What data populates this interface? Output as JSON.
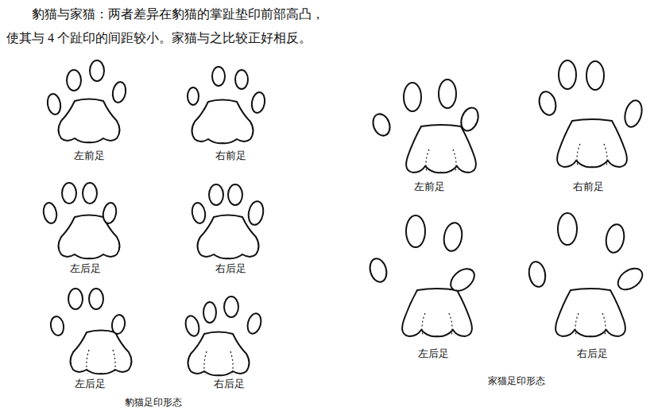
{
  "diagram": {
    "labels": [
      "豹猫与家猫：两者差异在豹猫的掌趾垫印前部高凸， 使其与 4 个趾印的间距较小。家猫与之比较正好相反。",
      "左前足",
      "右前足",
      "左后足",
      "右后足",
      "左后足",
      "右后足",
      "豹猫足印形态",
      "左前足",
      "右前足",
      "左后足",
      "右后足",
      "家猫足印形态"
    ]
  }
}
